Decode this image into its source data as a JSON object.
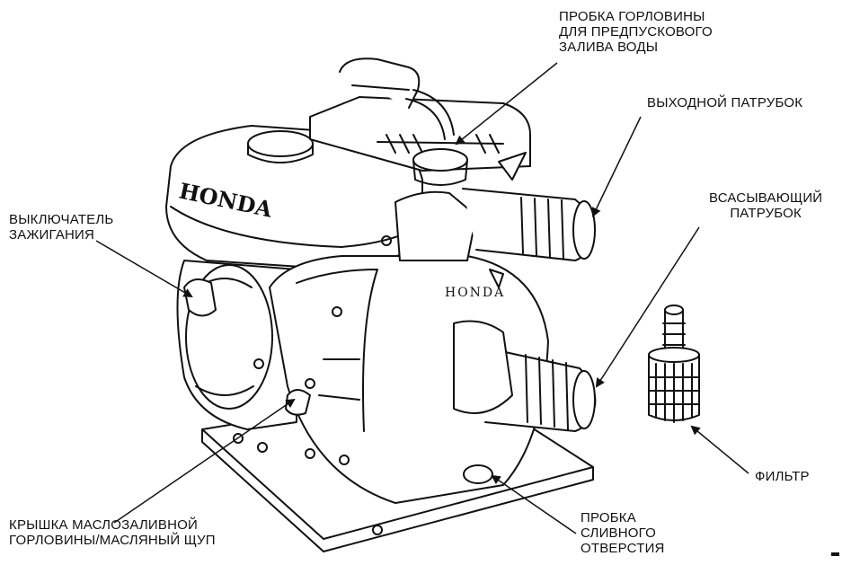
{
  "labels": {
    "priming_plug": [
      "ПРОБКА ГОРЛОВИНЫ",
      "ДЛЯ ПРЕДПУСКОВОГО",
      "ЗАЛИВА ВОДЫ"
    ],
    "outlet": [
      "ВЫХОДНОЙ ПАТРУБОК"
    ],
    "intake": [
      "ВСАСЫВАЮЩИЙ",
      "ПАТРУБОК"
    ],
    "ignition_switch": [
      "ВЫКЛЮЧАТЕЛЬ",
      "ЗАЖИГАНИЯ"
    ],
    "strainer": [
      "ФИЛЬТР"
    ],
    "oil_filler": [
      "КРЫШКА МАСЛОЗАЛИВНОЙ",
      "ГОРЛОВИНЫ/МАСЛЯНЫЙ ЩУП"
    ],
    "drain_plug": [
      "ПРОБКА",
      "СЛИВНОГО",
      "ОТВЕРСТИЯ"
    ]
  },
  "brand": {
    "tank": "HONDA",
    "pump": "HONDA"
  }
}
